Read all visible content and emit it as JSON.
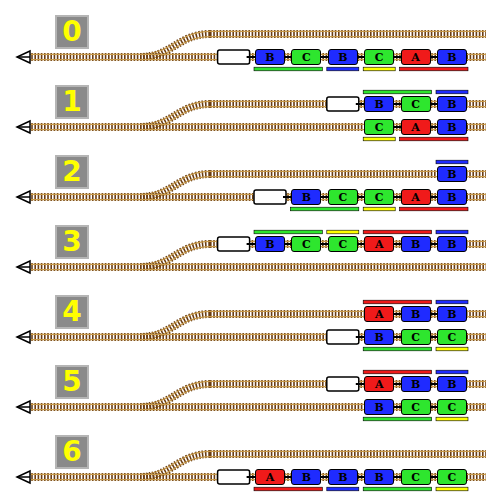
{
  "diagram": {
    "nodes": [
      {
        "text": [
          "0"
        ]
      },
      {
        "text": [
          "B"
        ]
      },
      {
        "text": [
          "C"
        ]
      },
      {
        "text": [
          "B"
        ]
      },
      {
        "text": [
          "C"
        ]
      },
      {
        "text": [
          "A"
        ]
      },
      {
        "text": [
          "B"
        ]
      },
      {
        "text": [
          "1"
        ]
      },
      {
        "text": [
          "B"
        ]
      },
      {
        "text": [
          "C"
        ]
      },
      {
        "text": [
          "B"
        ]
      },
      {
        "text": [
          "C"
        ]
      },
      {
        "text": [
          "A"
        ]
      },
      {
        "text": [
          "B"
        ]
      },
      {
        "text": [
          "2"
        ]
      },
      {
        "text": [
          "B"
        ]
      },
      {
        "text": [
          "B"
        ]
      },
      {
        "text": [
          "C"
        ]
      },
      {
        "text": [
          "C"
        ]
      },
      {
        "text": [
          "A"
        ]
      },
      {
        "text": [
          "B"
        ]
      },
      {
        "text": [
          "3"
        ]
      },
      {
        "text": [
          "B"
        ]
      },
      {
        "text": [
          "C"
        ]
      },
      {
        "text": [
          "C"
        ]
      },
      {
        "text": [
          "A"
        ]
      },
      {
        "text": [
          "B"
        ]
      },
      {
        "text": [
          "B"
        ]
      },
      {
        "text": [
          "4"
        ]
      },
      {
        "text": [
          "A"
        ]
      },
      {
        "text": [
          "B"
        ]
      },
      {
        "text": [
          "B"
        ]
      },
      {
        "text": [
          "B"
        ]
      },
      {
        "text": [
          "C"
        ]
      },
      {
        "text": [
          "C"
        ]
      },
      {
        "text": [
          "5"
        ]
      },
      {
        "text": [
          "A"
        ]
      },
      {
        "text": [
          "B"
        ]
      },
      {
        "text": [
          "B"
        ]
      },
      {
        "text": [
          "B"
        ]
      },
      {
        "text": [
          "C"
        ]
      },
      {
        "text": [
          "C"
        ]
      },
      {
        "text": [
          "6"
        ]
      },
      {
        "text": [
          "A"
        ]
      },
      {
        "text": [
          "B"
        ]
      },
      {
        "text": [
          "B"
        ]
      },
      {
        "text": [
          "B"
        ]
      },
      {
        "text": [
          "C"
        ]
      },
      {
        "text": [
          "C"
        ]
      }
    ]
  }
}
